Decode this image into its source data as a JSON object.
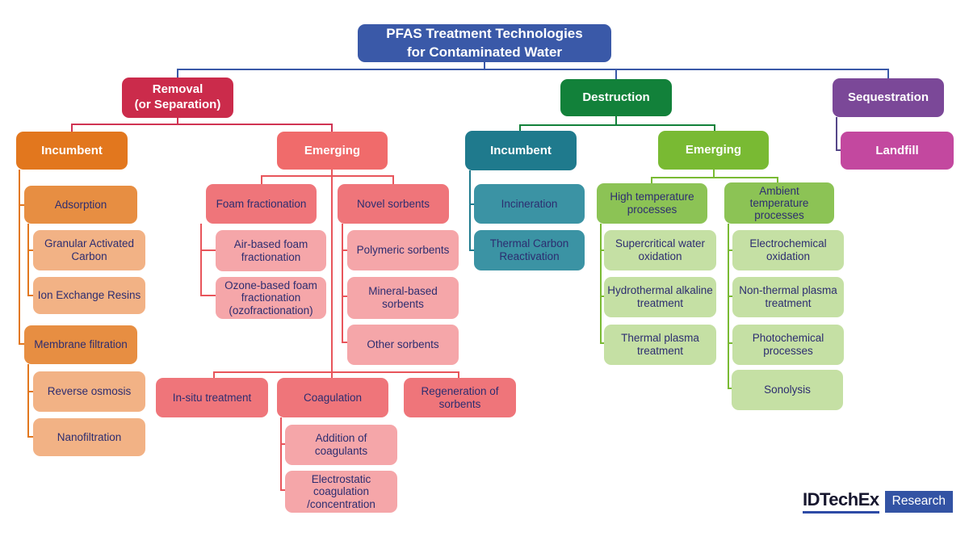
{
  "title": {
    "line1": "PFAS Treatment Technologies",
    "line2": "for Contaminated Water",
    "full": "PFAS Treatment Technologies for Contaminated Water"
  },
  "nodes": {
    "removal": {
      "line1": "Removal",
      "line2": "(or Separation)"
    },
    "destruction": {
      "label": "Destruction"
    },
    "sequestration": {
      "label": "Sequestration"
    },
    "removal_incumbent": {
      "label": "Incumbent"
    },
    "removal_emerging": {
      "label": "Emerging"
    },
    "adsorption": {
      "label": "Adsorption"
    },
    "gac": {
      "label": "Granular Activated Carbon"
    },
    "ier": {
      "label": "Ion Exchange Resins"
    },
    "membrane": {
      "label": "Membrane filtration"
    },
    "reverse_osmosis": {
      "label": "Reverse osmosis"
    },
    "nanofiltration": {
      "label": "Nanofiltration"
    },
    "foam": {
      "label": "Foam fractionation"
    },
    "air_foam": {
      "label": "Air-based foam fractionation"
    },
    "ozone_foam": {
      "label": "Ozone-based foam fractionation (ozofractionation)"
    },
    "novel_sorbents": {
      "label": "Novel sorbents"
    },
    "polymeric": {
      "label": "Polymeric sorbents"
    },
    "mineral": {
      "label": "Mineral-based sorbents"
    },
    "other_sorbents": {
      "label": "Other sorbents"
    },
    "insitu": {
      "label": "In-situ treatment"
    },
    "coagulation": {
      "label": "Coagulation"
    },
    "addition": {
      "label": "Addition of coagulants"
    },
    "electrostatic": {
      "label": "Electrostatic coagulation /concentration"
    },
    "regeneration": {
      "label": "Regeneration of sorbents"
    },
    "dest_incumbent": {
      "label": "Incumbent"
    },
    "dest_emerging": {
      "label": "Emerging"
    },
    "incineration": {
      "label": "Incineration"
    },
    "tcr": {
      "label": "Thermal Carbon Reactivation"
    },
    "high_temp": {
      "label": "High temperature processes"
    },
    "ambient": {
      "label": "Ambient temperature processes"
    },
    "scwo": {
      "label": "Supercritical water oxidation"
    },
    "hydrothermal": {
      "label": "Hydrothermal alkaline treatment"
    },
    "thermal_plasma": {
      "label": "Thermal plasma treatment"
    },
    "electrochemical": {
      "label": "Electrochemical oxidation"
    },
    "non_thermal": {
      "label": "Non-thermal plasma treatment"
    },
    "photochemical": {
      "label": "Photochemical processes"
    },
    "sonolysis": {
      "label": "Sonolysis"
    },
    "landfill": {
      "label": "Landfill"
    }
  },
  "logo": {
    "name": "IDTechEx",
    "suffix": "Research"
  },
  "colors": {
    "title_blue": "#3a59a8",
    "removal_crimson": "#cb2b4b",
    "destruction_green": "#12813a",
    "sequestration_purple": "#7b4898",
    "landfill_magenta": "#c3489f",
    "incumbent_orange": "#e2771e",
    "orange_mid": "#e78e42",
    "orange_light": "#f2b285",
    "emerging_salmon": "#f06b6b",
    "salmon_mid": "#ef757a",
    "pink_light": "#f5a6a9",
    "incumbent_teal": "#1f7a8d",
    "teal_mid": "#3b93a4",
    "emerging_green": "#79ba33",
    "green_mid": "#8cc355",
    "green_light": "#c5e0a4",
    "node_text_navy": "#2d2d70",
    "logo_blue": "#3353a4"
  }
}
